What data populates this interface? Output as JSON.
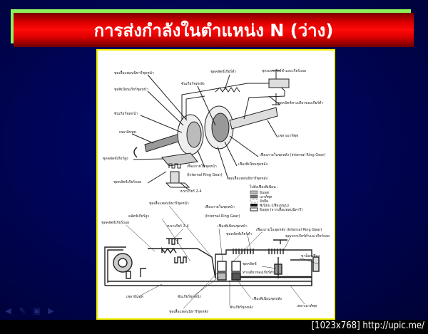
{
  "slide": {
    "title": "การส่งกำลังในตำแหน่ง N (ว่าง)",
    "colors": {
      "title_bg": "#ff0a0a",
      "title_shadow": "#8df25a",
      "background": "#000458",
      "figure_border": "#f0ee00"
    }
  },
  "diagram": {
    "top_labels": [
      "ชุดเสื้อแพลนนิทารีชุดหน้า",
      "ชุดคลัตช์เกียร์ต่ำ",
      "ชุดเบรกเกียร์ต่ำและเกียร์ถอย",
      "ซันเกียร์ชุดหลัง",
      "ชุดพิเนียนเกียร์ชุดหน้า",
      "ชุดคลัตช์ทางเดียวของเกียร์ต่ำ",
      "ซันเกียร์ชุดหน้า",
      "เพลาอินพุท",
      "เพลาเอาท์พุท",
      "ชุดคลัตช์เกียร์สูง",
      "เฟืองภายในชุดหลัง (Internal Ring Gear)",
      "เฟืองพิเนียนชุดหลัง",
      "เฟืองภายในชุดหน้า",
      "(Internal Ring Gear)",
      "ชุดเสื้อแพลนนิทารีชุดหลัง",
      "ชุดคลัตช์เกียร์ถอย",
      "เบรกเกียร์ 2-4"
    ],
    "legend": {
      "title": "ไปยังเฟืองพิเนียน :",
      "items": [
        "อินพุท",
        "เอาท์พุท",
        "จับยึด",
        "พิเนียน (เฟืองหมุน)",
        "อินพุท (จากเสื้อแพลนนิทารี)"
      ]
    },
    "bottom_labels": [
      "ชุดเสื้อแพลนนิทารีชุดหน้า",
      "เฟืองภายในชุดหน้า",
      "คลัตช์เกียร์สูง",
      "(Internal Ring Gear)",
      "ชุดคลัตช์เกียร์ถอย",
      "เบรกเกียร์ 2-4",
      "เฟืองพิเนียนชุดหน้า",
      "เฟืองภายในชุดหลัง (Internal Ring Gear)",
      "ชุดคลัตช์เกียร์ต่ำ",
      "ชุดเบรกเกียร์ต่ำและเกียร์ถอย",
      "ชุดคลัตช์",
      "ทางเดียวของเกียร์ต่ำ",
      "ขาล็อกเฟือง",
      "เพลาอินพุท",
      "ซันเกียร์ชุดหน้า",
      "เฟืองพิเนียนชุดหลัง",
      "เพลาเอาท์พุท",
      "ซันเกียร์ชุดหลัง",
      "ชุดเสื้อแพลนนิทารีชุดหลัง"
    ]
  },
  "nav": {
    "icons": [
      "arrow-left-icon",
      "pen-icon",
      "menu-icon",
      "arrow-right-icon"
    ]
  },
  "watermark": "[1023x768] http://upic.me/"
}
